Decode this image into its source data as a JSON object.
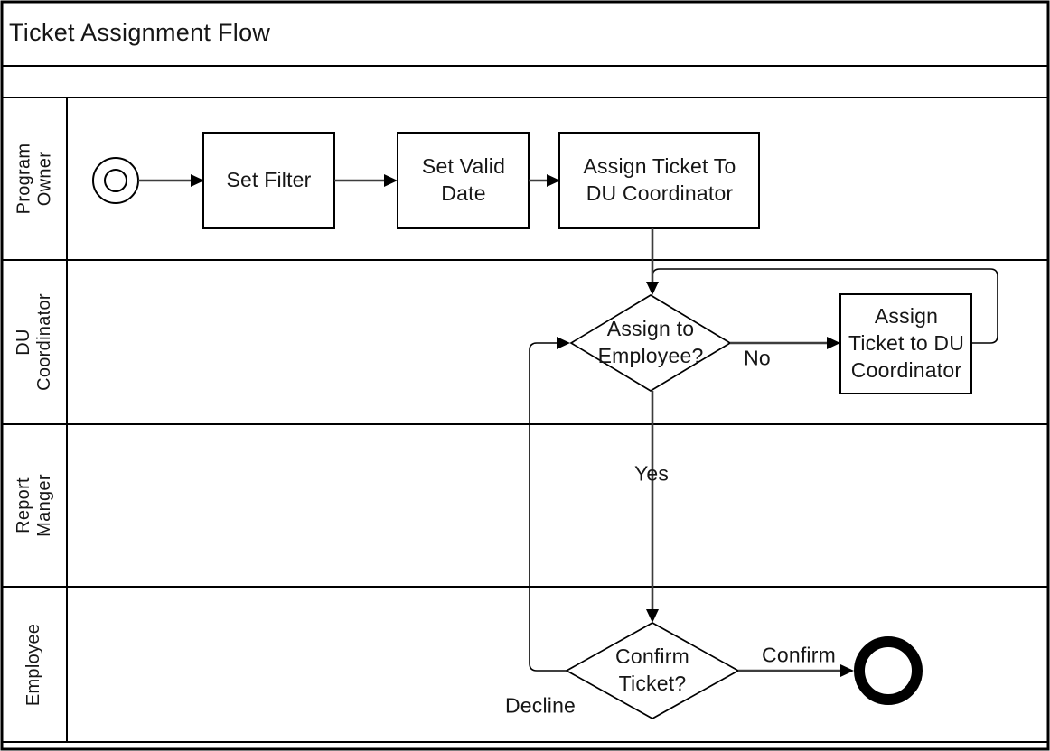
{
  "title": "Ticket Assignment Flow",
  "lanes": [
    {
      "label": "Program Owner"
    },
    {
      "label": "DU\nCoordinator"
    },
    {
      "label": "Report\nManger"
    },
    {
      "label": "Employee"
    }
  ],
  "nodes": {
    "start_event": {
      "type": "start-event"
    },
    "set_filter": {
      "label": "Set Filter"
    },
    "set_valid_date": {
      "label": "Set Valid Date"
    },
    "assign_ticket_po": {
      "label": "Assign Ticket To DU Coordinator"
    },
    "assign_to_employee_gateway": {
      "label": "Assign to Employee?"
    },
    "assign_ticket_du": {
      "label": "Assign Ticket to DU Coordinator"
    },
    "confirm_ticket_gateway": {
      "label": "Confirm Ticket?"
    },
    "end_event": {
      "type": "end-event"
    }
  },
  "edge_labels": {
    "no": "No",
    "yes": "Yes",
    "confirm": "Confirm",
    "decline": "Decline"
  },
  "colors": {
    "shape_stroke": "#000000",
    "flow_line": "#3d3d3d",
    "background": "#ffffff",
    "text": "#161616"
  }
}
